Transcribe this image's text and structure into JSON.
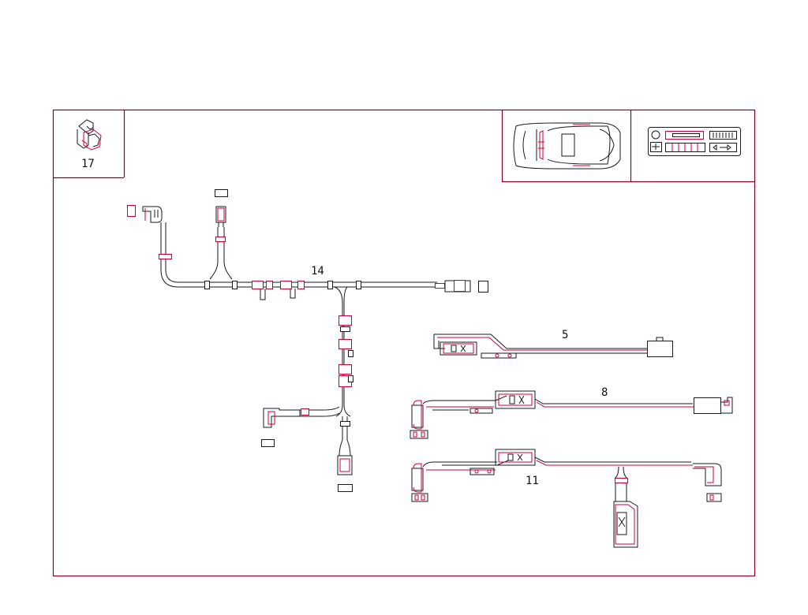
{
  "colors": {
    "line": "#1a1a1a",
    "accent": "#c8003c",
    "frame": "#8a0026"
  },
  "icons": {
    "clip": "clip-icon",
    "vehicle": "vehicle-top-view-icon",
    "radio": "radio-unit-icon"
  },
  "labels": {
    "clip": "17",
    "harness_main": "14",
    "harness_a": "5",
    "harness_b": "8",
    "harness_c": "11"
  }
}
